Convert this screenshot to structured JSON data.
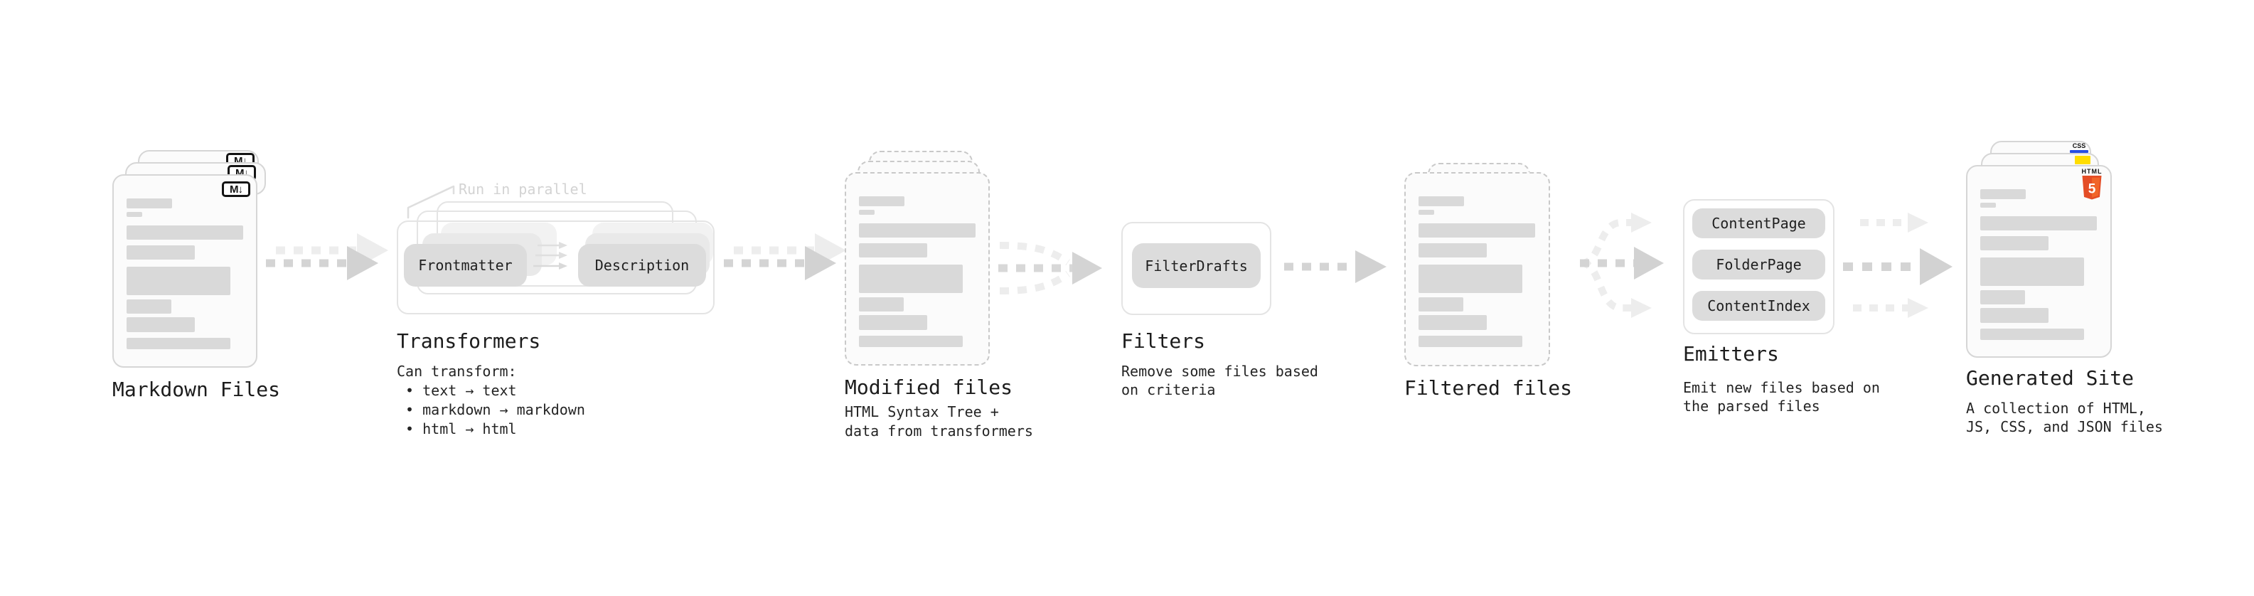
{
  "diagram": {
    "stages": {
      "markdown": {
        "label": "Markdown Files",
        "icon_label": "M↓"
      },
      "transformers": {
        "label": "Transformers",
        "note": "Run in parallel",
        "buttons": [
          "Frontmatter",
          "Description"
        ],
        "details": "Can transform:\n • text → text\n • markdown → markdown\n • html → html"
      },
      "modified": {
        "label": "Modified files",
        "details": "HTML Syntax Tree +\ndata from transformers"
      },
      "filters": {
        "label": "Filters",
        "buttons": [
          "FilterDrafts"
        ],
        "details": "Remove some files based\non criteria"
      },
      "filtered": {
        "label": "Filtered files"
      },
      "emitters": {
        "label": "Emitters",
        "buttons": [
          "ContentPage",
          "FolderPage",
          "ContentIndex"
        ],
        "details": "Emit new files based on\nthe parsed files"
      },
      "generated": {
        "label": "Generated Site",
        "details": "A collection of HTML,\nJS, CSS, and JSON files",
        "badges": {
          "html_word": "HTML",
          "html_number": "5",
          "css": "CSS"
        }
      }
    },
    "colors": {
      "skeleton_bar": "#d9d9d9",
      "chip_bg": "#dcdcdc",
      "arrow": "#d4d4d4",
      "arrow_light": "#ededed",
      "html5_shield": "#e44d26",
      "html5_shield_light": "#f16529",
      "js_yellow": "#ffdd00",
      "css_blue": "#264de4"
    }
  }
}
